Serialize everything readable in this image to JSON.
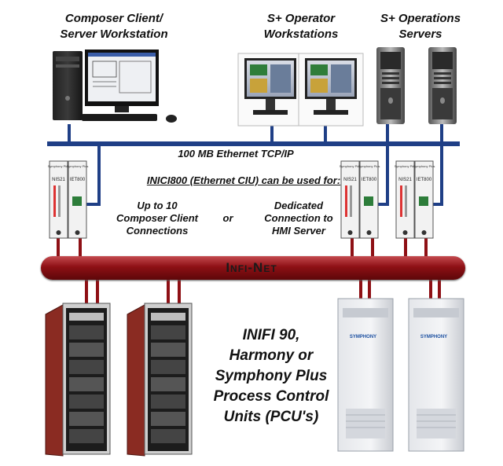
{
  "labels": {
    "composer": "Composer Client/\nServer Workstation",
    "operator": "S+ Operator\nWorkstations",
    "servers": "S+ Operations\nServers",
    "ethernet": "100 MB Ethernet TCP/IP",
    "inici": "INICI800 (Ethernet CIU) can be used for:",
    "upto": "Up to 10\nComposer Client\nConnections",
    "or": "or",
    "dedicated": "Dedicated\nConnection to\nHMI Server",
    "infinet": "Infi-Net",
    "pcu": "INIFI 90,\nHarmony or\nSymphony Plus\nProcess Control\nUnits (PCU's)"
  },
  "module_labels": {
    "brand": "Symphony Plus",
    "nis": "NIS21",
    "iet": "IET800"
  },
  "cabinet_logo": "SYMPHONY",
  "colors": {
    "ethernet": "#1f3f86",
    "infinet": "#8e1015",
    "cabinet_red": "#8a2b22"
  }
}
